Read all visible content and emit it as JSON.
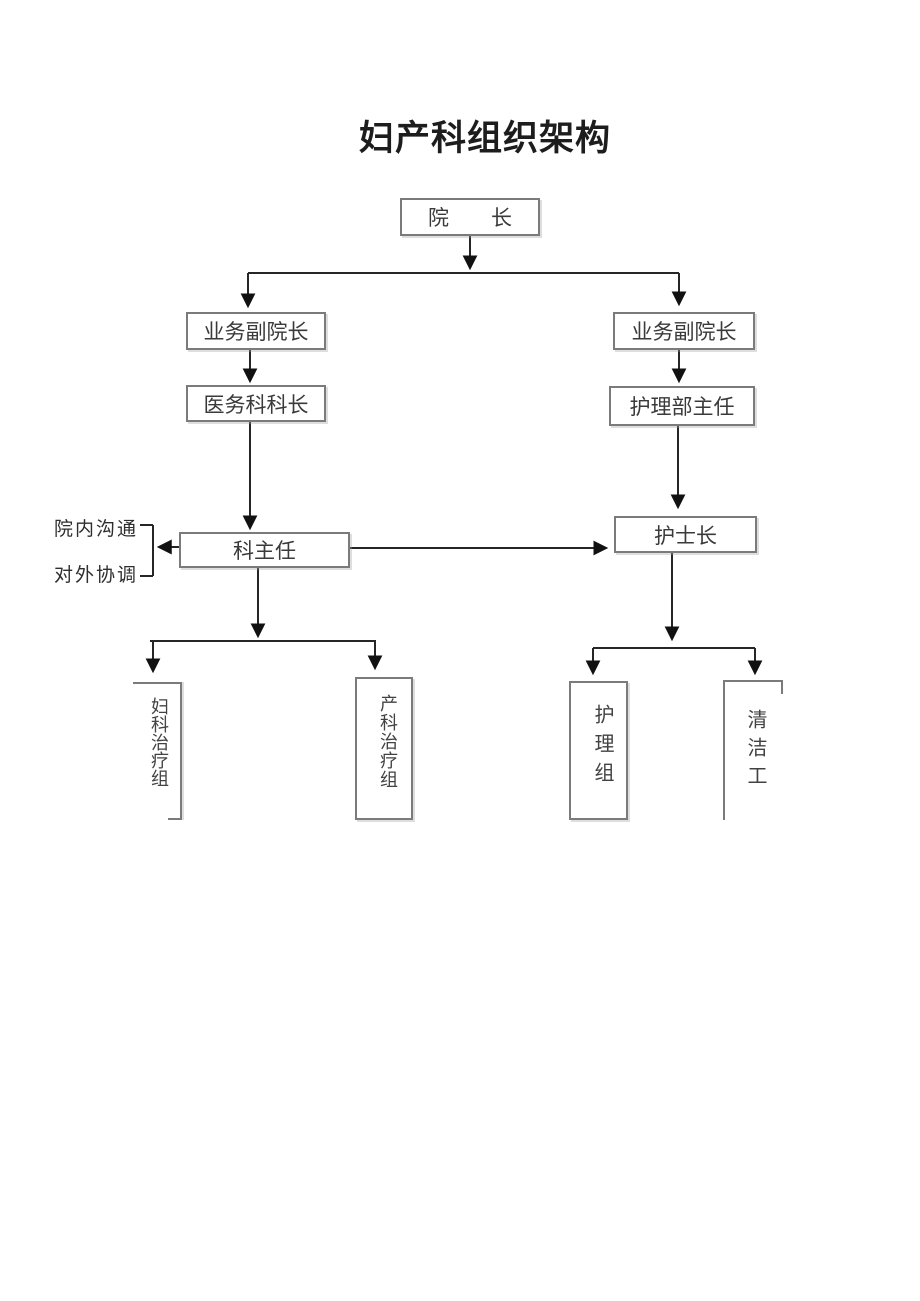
{
  "document": {
    "title": "妇产科组织架构"
  },
  "nodes": {
    "president": "院　　长",
    "vp_left": "业务副院长",
    "vp_right": "业务副院长",
    "medical_chief": "医务科科长",
    "nursing_director": "护理部主任",
    "dept_director": "科主任",
    "head_nurse": "护士长",
    "gyn_group": "妇科治疗组",
    "ob_group": "产科治疗组",
    "nursing_group": "护理组",
    "cleaner": "清洁工"
  },
  "side_labels": {
    "internal": "院内沟通",
    "external": "对外协调"
  },
  "edges": [
    {
      "from": "院长",
      "to": "业务副院长(左)"
    },
    {
      "from": "院长",
      "to": "业务副院长(右)"
    },
    {
      "from": "业务副院长(左)",
      "to": "医务科科长"
    },
    {
      "from": "业务副院长(右)",
      "to": "护理部主任"
    },
    {
      "from": "医务科科长",
      "to": "科主任"
    },
    {
      "from": "护理部主任",
      "to": "护士长"
    },
    {
      "from": "科主任",
      "to": "护士长"
    },
    {
      "from": "科主任",
      "to": "院内沟通/对外协调"
    },
    {
      "from": "科主任",
      "to": "妇科治疗组"
    },
    {
      "from": "科主任",
      "to": "产科治疗组"
    },
    {
      "from": "护士长",
      "to": "护理组"
    },
    {
      "from": "护士长",
      "to": "清洁工"
    }
  ],
  "colors": {
    "box_border": "#7b7b7b",
    "line": "#262626",
    "text": "#3a3a3a",
    "background": "#ffffff"
  }
}
